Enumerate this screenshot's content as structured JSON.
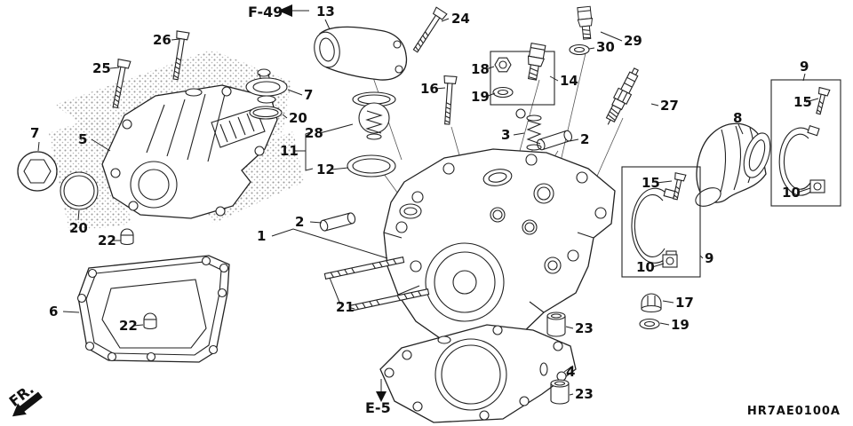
{
  "diagram": {
    "code": "HR7AE0100A",
    "refs": {
      "figure_top": "F-49",
      "figure_bottom": "E-5",
      "front": "FR."
    },
    "callouts": {
      "c1": "1",
      "c2a": "2",
      "c2b": "2",
      "c3": "3",
      "c4": "4",
      "c5": "5",
      "c6": "6",
      "c7a": "7",
      "c7b": "7",
      "c8": "8",
      "c9a": "9",
      "c9b": "9",
      "c10a": "10",
      "c10b": "10",
      "c11": "11",
      "c12": "12",
      "c13": "13",
      "c14": "14",
      "c15a": "15",
      "c15b": "15",
      "c16": "16",
      "c17": "17",
      "c18": "18",
      "c19a": "19",
      "c19b": "19",
      "c20a": "20",
      "c20b": "20",
      "c21": "21",
      "c22a": "22",
      "c22b": "22",
      "c23a": "23",
      "c23b": "23",
      "c24": "24",
      "c25": "25",
      "c26": "26",
      "c27": "27",
      "c28": "28",
      "c29": "29",
      "c30": "30"
    }
  }
}
